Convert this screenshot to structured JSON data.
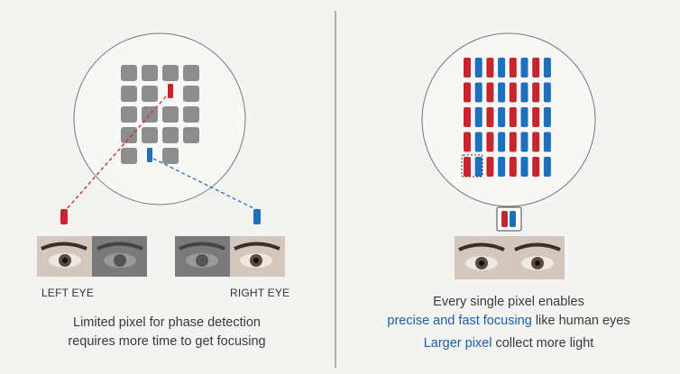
{
  "left_panel": {
    "left_eye_label": "LEFT EYE",
    "right_eye_label": "RIGHT EYE",
    "caption_line1": "Limited pixel for phase detection",
    "caption_line2": "requires more time to get focusing"
  },
  "right_panel": {
    "caption_line1": "Every single pixel enables",
    "caption_line2_highlight": "precise and fast focusing",
    "caption_line2_rest": " like human eyes",
    "caption_line3_highlight": "Larger pixel",
    "caption_line3_rest": " collect more light"
  },
  "colors": {
    "red": "#c6262e",
    "blue": "#1f6fbf",
    "gray_pixel": "#8d8d8d",
    "highlight_text": "#1b5fa6"
  }
}
